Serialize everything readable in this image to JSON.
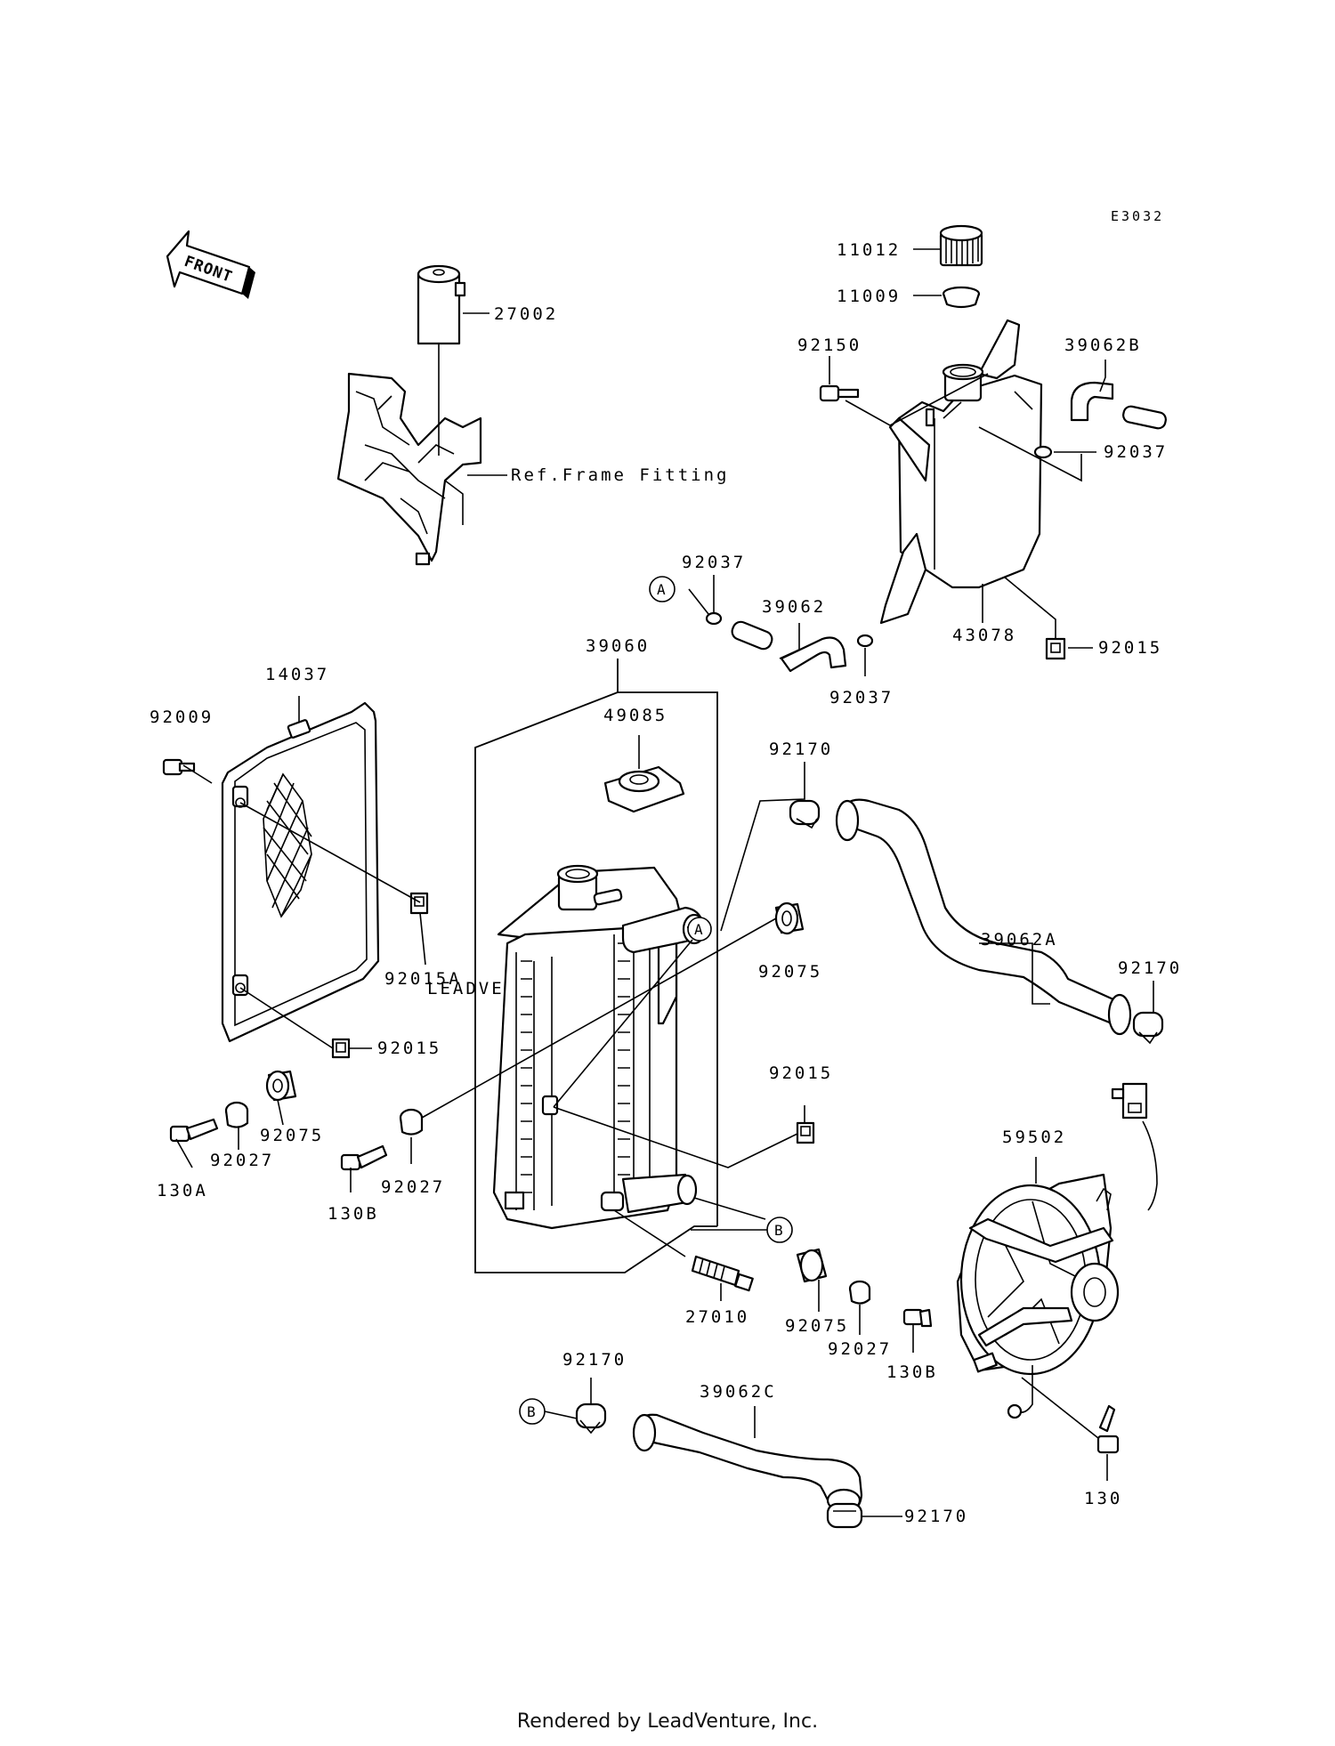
{
  "diagram_code": "E3032",
  "front_label": "FRONT",
  "watermark": "LEADVENTURE",
  "ref_note": "Ref.Frame Fitting",
  "footer": "Rendered by LeadVenture, Inc.",
  "callouts": {
    "a": "A",
    "b": "B"
  },
  "parts": {
    "p11012": "11012",
    "p11009": "11009",
    "p27002": "27002",
    "p92150": "92150",
    "p39062B": "39062B",
    "p92037_tank": "92037",
    "p92037_a": "92037",
    "p39062": "39062",
    "p92037_b": "92037",
    "p43078": "43078",
    "p92015_tank": "92015",
    "p39060": "39060",
    "p14037": "14037",
    "p92009": "92009",
    "p49085": "49085",
    "p92170_top": "92170",
    "p39062A": "39062A",
    "p92170_right": "92170",
    "p92015A": "92015A",
    "p92075_mid": "92075",
    "p92015_left": "92015",
    "p92075_left": "92075",
    "p92027_left": "92027",
    "p130A": "130A",
    "p130B_left": "130B",
    "p92027_mid": "92027",
    "p92015_right": "92015",
    "p59502": "59502",
    "p27010": "27010",
    "p92075_bottom": "92075",
    "p92027_bottom": "92027",
    "p130B_right": "130B",
    "p92170_bottom": "92170",
    "p39062C": "39062C",
    "p130": "130",
    "p92170_lowest": "92170"
  }
}
